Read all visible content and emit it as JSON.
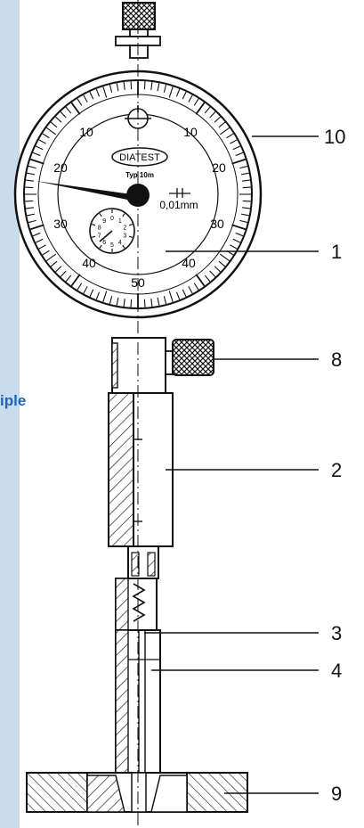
{
  "side_heading_fragment": "iple",
  "dial": {
    "brand": "DIATEST",
    "model": "Typ 10m",
    "resolution": "0,01mm",
    "outer_scale_labels": [
      "10",
      "10",
      "20",
      "20",
      "30",
      "30",
      "40",
      "40",
      "50"
    ],
    "inner_scale_labels": [
      "0",
      "1",
      "2",
      "3",
      "4",
      "5",
      "6",
      "7",
      "8",
      "9"
    ]
  },
  "callouts": [
    "10",
    "1",
    "8",
    "2",
    "3",
    "4",
    "9"
  ]
}
